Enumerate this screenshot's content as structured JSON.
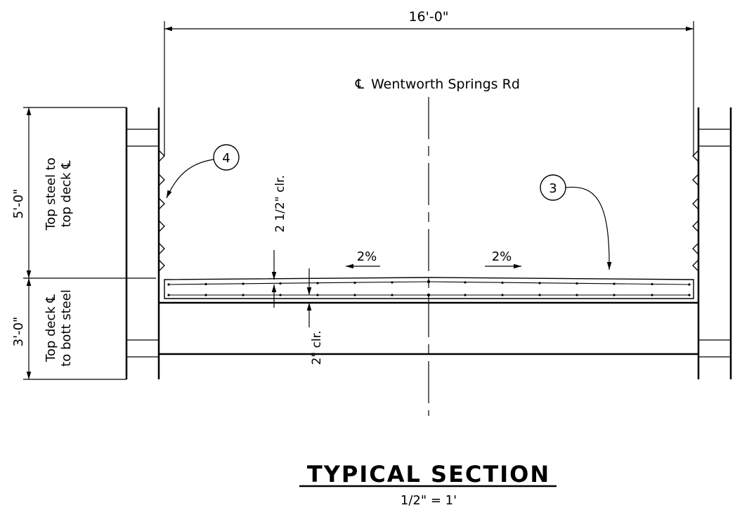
{
  "dimensions": {
    "overall_width": "16'-0\"",
    "top_height": "5'-0\"",
    "bottom_height": "3'-0\"",
    "top_desc_line1": "Top steel to",
    "top_desc_line2": "top deck ℄",
    "bottom_desc_line1": "Top deck ℄",
    "bottom_desc_line2": "to bott steel",
    "top_clearance": "2 1/2\" clr.",
    "bottom_clearance": "2\" clr."
  },
  "centerline": {
    "symbol": "℄",
    "label": "Wentworth Springs Rd"
  },
  "slopes": {
    "left": "2%",
    "right": "2%"
  },
  "callouts": {
    "left": "4",
    "right": "3"
  },
  "title": {
    "text": "TYPICAL SECTION",
    "scale": "1/2\" = 1'"
  }
}
